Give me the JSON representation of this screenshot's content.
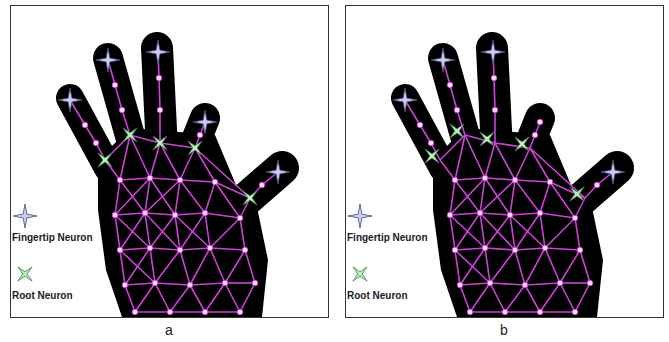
{
  "diagram": {
    "labels": [
      "a",
      "b"
    ],
    "legend": [
      {
        "text": "Fingertip Neuron"
      },
      {
        "text": "Root Neuron"
      },
      {
        "text": "Fingertip Neuron"
      },
      {
        "text": "Root Neuron"
      }
    ]
  }
}
